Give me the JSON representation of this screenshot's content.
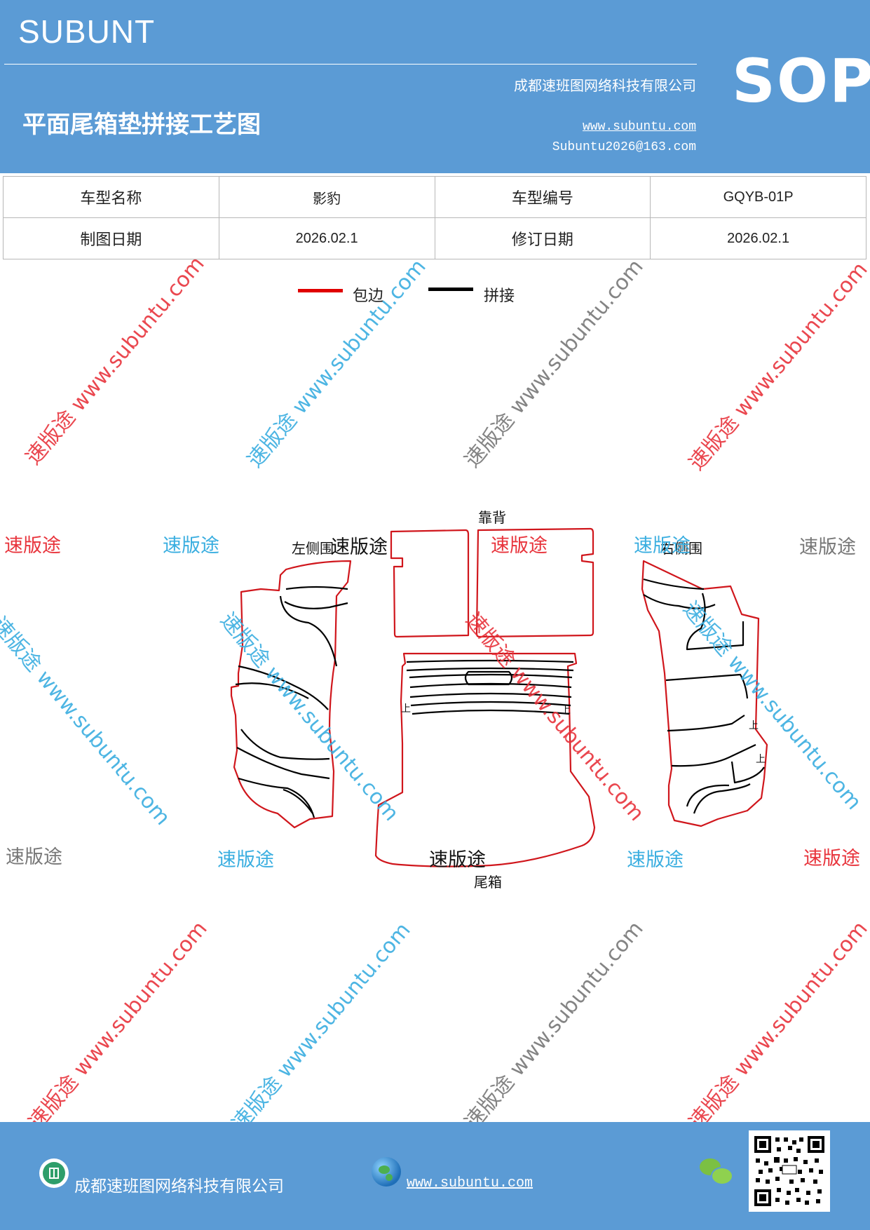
{
  "header": {
    "brand": "SUBUNT",
    "title": "平面尾箱垫拼接工艺图",
    "company": "成都速班图网络科技有限公司",
    "website": "www.subuntu.com",
    "email": "Subuntu2026@163.com",
    "badge": "SOP"
  },
  "info_table": {
    "rows": [
      {
        "label1": "车型名称",
        "value1": "影豹",
        "label2": "车型编号",
        "value2": "GQYB-01P"
      },
      {
        "label1": "制图日期",
        "value1": "2026.02.1",
        "label2": "修订日期",
        "value2": "2026.02.1"
      }
    ]
  },
  "legend": {
    "item1": "包边",
    "item2": "拼接",
    "color1": "#e00000",
    "color2": "#000000"
  },
  "diagram_labels": {
    "back": "靠背",
    "left": "左侧围",
    "right": "右侧围",
    "trunk": "尾箱",
    "up": "上"
  },
  "watermarks": {
    "brand": "速版途",
    "diag": "速版途 www.subuntu.com",
    "colors": {
      "red": "#e8343c",
      "blue": "#3aaee0",
      "gray": "#777777"
    }
  },
  "footer": {
    "company": "成都速班图网络科技有限公司",
    "website": "www.subuntu.com"
  }
}
